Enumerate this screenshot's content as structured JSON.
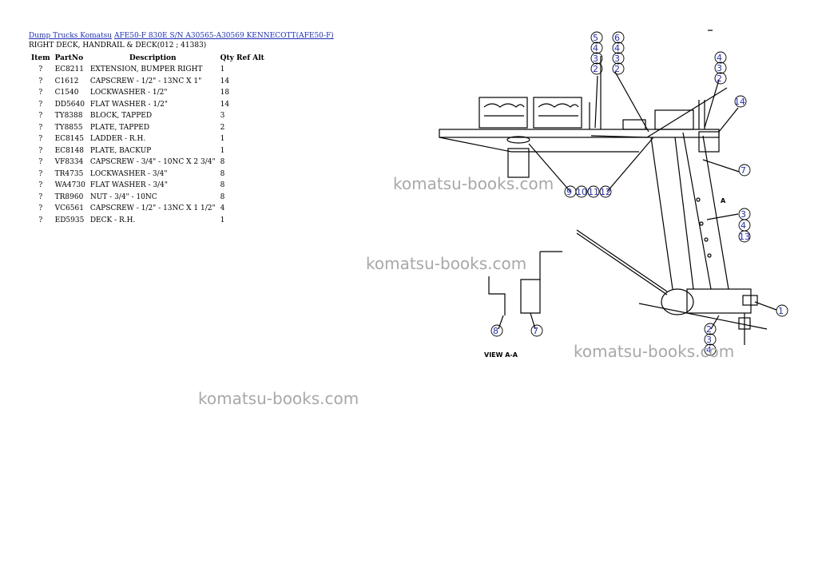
{
  "breadcrumb": {
    "link1": "Dump Trucks Komatsu",
    "link2": "AFE50-F 830E S/N A30565-A30569 KENNECOTT(AFE50-F)"
  },
  "page_title": "RIGHT DECK, HANDRAIL & DECK(012 ; 41383)",
  "table": {
    "headers": {
      "item": "Item",
      "partno": "PartNo",
      "description": "Description",
      "qty": "Qty",
      "ref": "Ref",
      "alt": "Alt"
    },
    "rows": [
      {
        "item": "?",
        "partno": "EC8211",
        "description": "EXTENSION, BUMPER RIGHT",
        "qty": "1"
      },
      {
        "item": "?",
        "partno": "C1612",
        "description": "CAPSCREW - 1/2\" - 13NC X 1\"",
        "qty": "14"
      },
      {
        "item": "?",
        "partno": "C1540",
        "description": "LOCKWASHER - 1/2\"",
        "qty": "18"
      },
      {
        "item": "?",
        "partno": "DD5640",
        "description": "FLAT WASHER - 1/2\"",
        "qty": "14"
      },
      {
        "item": "?",
        "partno": "TY8388",
        "description": "BLOCK, TAPPED",
        "qty": "3"
      },
      {
        "item": "?",
        "partno": "TY8855",
        "description": "PLATE, TAPPED",
        "qty": "2"
      },
      {
        "item": "?",
        "partno": "EC8145",
        "description": "LADDER - R.H.",
        "qty": "1"
      },
      {
        "item": "?",
        "partno": "EC8148",
        "description": "PLATE, BACKUP",
        "qty": "1"
      },
      {
        "item": "?",
        "partno": "VF8334",
        "description": "CAPSCREW - 3/4\" - 10NC X 2 3/4\"",
        "qty": "8"
      },
      {
        "item": "?",
        "partno": "TR4735",
        "description": "LOCKWASHER - 3/4\"",
        "qty": "8"
      },
      {
        "item": "?",
        "partno": "WA4730",
        "description": "FLAT WASHER - 3/4\"",
        "qty": "8"
      },
      {
        "item": "?",
        "partno": "TR8960",
        "description": "NUT - 3/4\" - 10NC",
        "qty": "8"
      },
      {
        "item": "?",
        "partno": "VC6561",
        "description": "CAPSCREW - 1/2\" - 13NC X 1 1/2\"",
        "qty": "4"
      },
      {
        "item": "?",
        "partno": "ED5935",
        "description": "DECK - R.H.",
        "qty": "1"
      }
    ]
  },
  "watermark": "komatsu-books.com",
  "diagram": {
    "view_label": "VIEW A-A",
    "section_label": "A",
    "callouts": {
      "c5": "5",
      "c6": "6",
      "c4a": "4",
      "c4b": "4",
      "c3a": "3",
      "c3b": "3",
      "c2a": "2",
      "c2b": "2",
      "c4c": "4",
      "c3c": "3",
      "c2c": "2",
      "c14": "14",
      "c9": "9",
      "c10": "10",
      "c11": "11",
      "c12": "12",
      "c7a": "7",
      "c3d": "3",
      "c4d": "4",
      "c13": "13",
      "c1": "1",
      "c2d": "2",
      "c3e": "3",
      "c4e": "4",
      "c8": "8",
      "c7b": "7"
    }
  }
}
